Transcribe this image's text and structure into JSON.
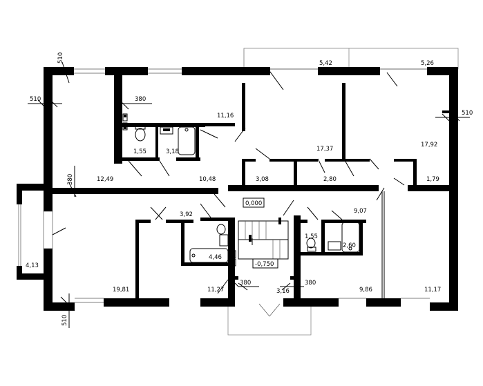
{
  "plan": {
    "room_areas": {
      "r1_55a": "1,55",
      "r3_18": "3,18",
      "r11_16": "11,16",
      "r17_37": "17,37",
      "r17_92": "17,92",
      "r12_49": "12,49",
      "r10_48": "10,48",
      "r3_08": "3,08",
      "r2_80": "2,80",
      "r1_79": "1,79",
      "r3_92": "3,92",
      "r9_07": "9,07",
      "r1_55b": "1,55",
      "r2_60": "2,60",
      "r4_46": "4,46",
      "r4_13": "4,13",
      "r19_81": "19,81",
      "r11_27": "11,27",
      "r3_16": "3,16",
      "r9_86": "9,86",
      "r11_17": "11,17",
      "balcony_left": "5,42",
      "balcony_right": "5,26"
    },
    "levels": {
      "floor": "0,000",
      "entrance": "-0,750"
    },
    "dimensions": {
      "wall_top_left": "510",
      "wall_left": "510",
      "wall_right": "510",
      "wall_bottom": "510",
      "partition_top": "380",
      "partition_left": "380",
      "stair_left": "380",
      "stair_right": "380"
    }
  }
}
